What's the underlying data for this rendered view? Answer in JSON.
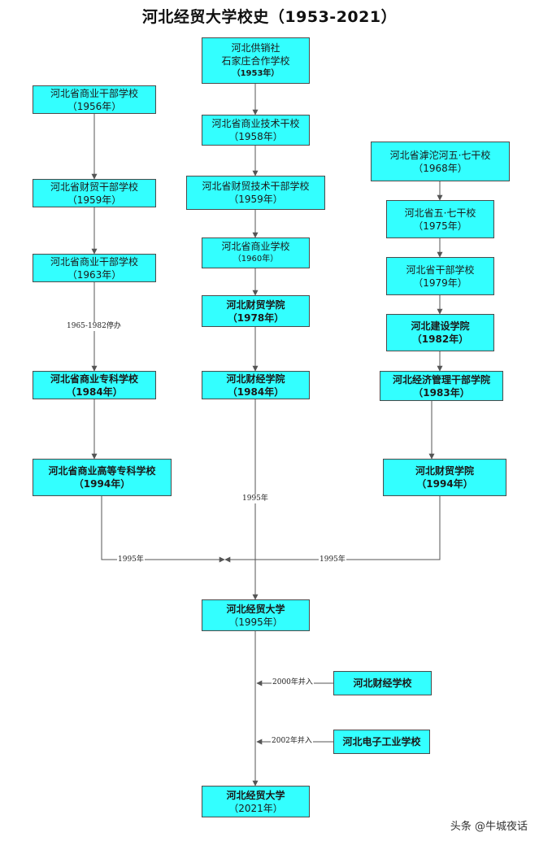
{
  "title": "河北经贸大学校史（1953-2021）",
  "watermark": "头条 @牛城夜话",
  "colors": {
    "box_fill": "#33FFFF",
    "box_border": "#4a4a4a",
    "line": "#555555"
  },
  "nodes": {
    "n_gx": {
      "name": "河北供销社\n石家庄合作学校",
      "year": "（1953年）"
    },
    "n_sy56": {
      "name": "河北省商业干部学校",
      "year": "（1956年）"
    },
    "n_js58": {
      "name": "河北省商业技术干校",
      "year": "（1958年）"
    },
    "n_cm59": {
      "name": "河北省财贸干部学校",
      "year": "（1959年）"
    },
    "n_cmjs59": {
      "name": "河北省财贸技术干部学校",
      "year": "（1959年）"
    },
    "n_sy60": {
      "name": "河北省商业学校",
      "year": "（1960年）"
    },
    "n_sy63": {
      "name": "河北省商业干部学校",
      "year": "（1963年）"
    },
    "n_cmxy78": {
      "name": "河北财贸学院",
      "year": "（1978年）"
    },
    "n_zk84": {
      "name": "河北省商业专科学校",
      "year": "（1984年）"
    },
    "n_cj84": {
      "name": "河北财经学院",
      "year": "（1984年）"
    },
    "n_gd94": {
      "name": "河北省商业高等专科学校",
      "year": "（1994年）"
    },
    "n_ht68": {
      "name": "河北省滹沱河五·七干校",
      "year": "（1968年）"
    },
    "n_wq75": {
      "name": "河北省五·七干校",
      "year": "（1975年）"
    },
    "n_gb79": {
      "name": "河北省干部学校",
      "year": "（1979年）"
    },
    "n_js82": {
      "name": "河北建设学院",
      "year": "（1982年）"
    },
    "n_jj83": {
      "name": "河北经济管理干部学院",
      "year": "（1983年）"
    },
    "n_cm94": {
      "name": "河北财贸学院",
      "year": "（1994年）"
    },
    "n_jm95": {
      "name": "河北经贸大学",
      "year": "（1995年）"
    },
    "n_cjxx": {
      "name": "河北财经学校"
    },
    "n_dz": {
      "name": "河北电子工业学校"
    },
    "n_jm21": {
      "name": "河北经贸大学",
      "year": "（2021年）"
    }
  },
  "labels": {
    "l_pause": "1965-1982停办",
    "l_1995_mid": "1995年",
    "l_1995_left": "1995年",
    "l_1995_right": "1995年",
    "l_2000": "2000年并入",
    "l_2002": "2002年并入"
  }
}
